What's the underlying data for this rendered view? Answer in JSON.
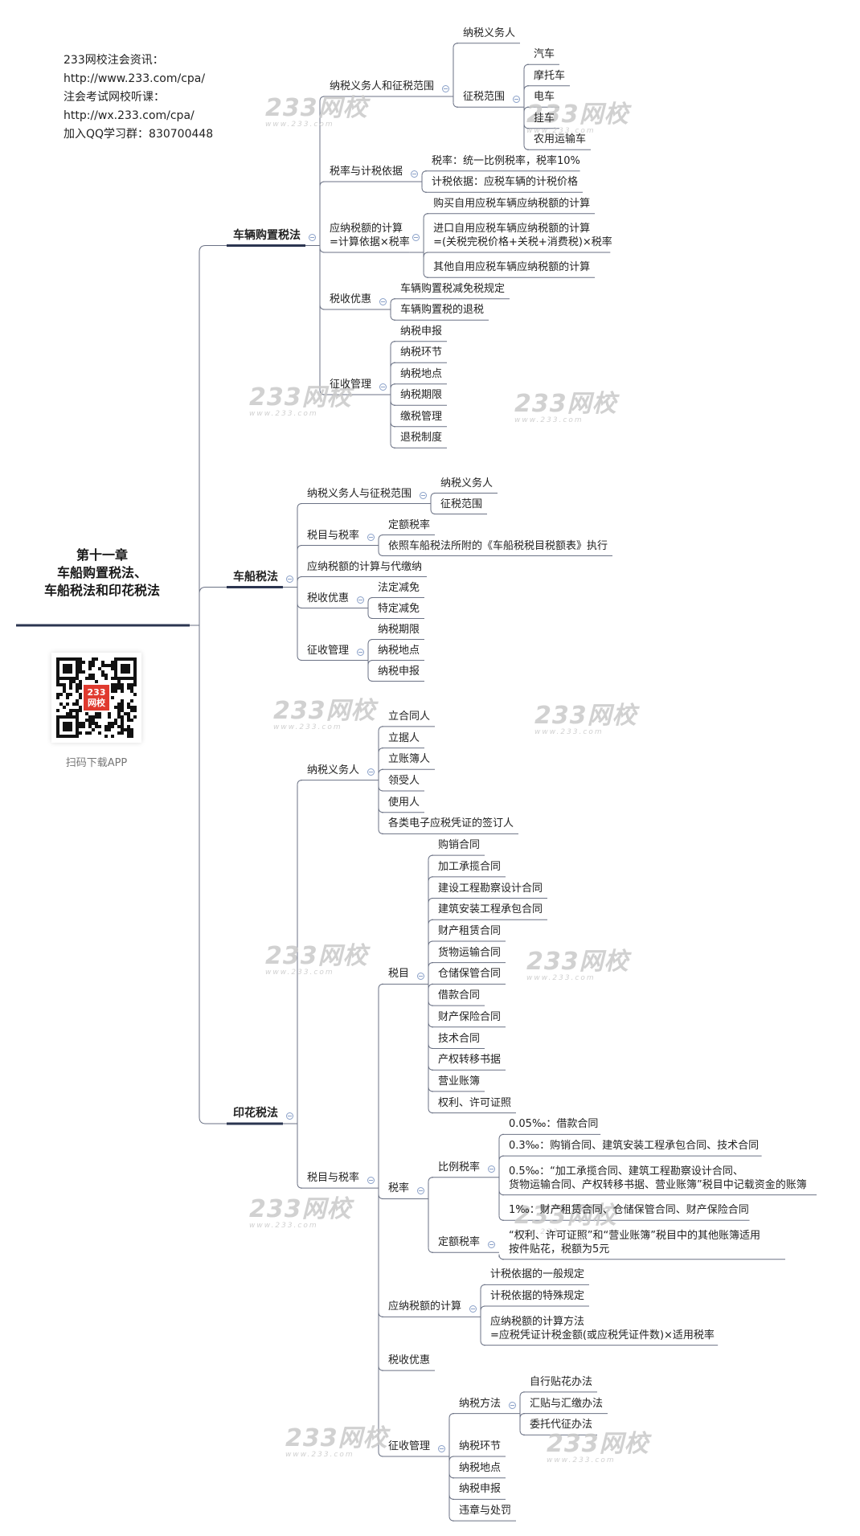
{
  "info": {
    "lines": [
      "233网校注会资讯：",
      "http://www.233.com/cpa/",
      "注会考试网校听课：",
      "http://wx.233.com/cpa/",
      "加入QQ学习群：830700448"
    ]
  },
  "root": {
    "lines": [
      "第十一章",
      "车船购置税法、",
      "车船税法和印花税法"
    ]
  },
  "qr": {
    "caption": "扫码下载APP",
    "logo_text": "233\n网校",
    "logo_color": "#e03a2f"
  },
  "watermark": {
    "brand": "233网校",
    "url": "www.233.com"
  },
  "colors": {
    "line": "#6b7285",
    "thick_line": "#2b3550",
    "toggle": "#8aa0c8"
  },
  "tree": [
    {
      "label": "车辆购置税法",
      "children": [
        {
          "label": "纳税义务人和征税范围",
          "children": [
            {
              "label": "纳税义务人"
            },
            {
              "label": "征税范围",
              "children": [
                {
                  "label": "汽车"
                },
                {
                  "label": "摩托车"
                },
                {
                  "label": "电车"
                },
                {
                  "label": "挂车"
                },
                {
                  "label": "农用运输车"
                }
              ]
            }
          ]
        },
        {
          "label": "税率与计税依据",
          "children": [
            {
              "label": "税率：统一比例税率，税率10%"
            },
            {
              "label": "计税依据：应税车辆的计税价格"
            }
          ]
        },
        {
          "label": "应纳税额的计算\n=计算依据×税率",
          "children": [
            {
              "label": "购买自用应税车辆应纳税额的计算"
            },
            {
              "label": "进口自用应税车辆应纳税额的计算\n=(关税完税价格+关税+消费税)×税率"
            },
            {
              "label": "其他自用应税车辆应纳税额的计算"
            }
          ]
        },
        {
          "label": "税收优惠",
          "children": [
            {
              "label": "车辆购置税减免税规定"
            },
            {
              "label": "车辆购置税的退税"
            }
          ]
        },
        {
          "label": "征收管理",
          "children": [
            {
              "label": "纳税申报"
            },
            {
              "label": "纳税环节"
            },
            {
              "label": "纳税地点"
            },
            {
              "label": "纳税期限"
            },
            {
              "label": "缴税管理"
            },
            {
              "label": "退税制度"
            }
          ]
        }
      ]
    },
    {
      "label": "车船税法",
      "children": [
        {
          "label": "纳税义务人与征税范围",
          "children": [
            {
              "label": "纳税义务人"
            },
            {
              "label": "征税范围"
            }
          ]
        },
        {
          "label": "税目与税率",
          "children": [
            {
              "label": "定额税率"
            },
            {
              "label": "依照车船税法所附的《车船税税目税额表》执行"
            }
          ]
        },
        {
          "label": "应纳税额的计算与代缴纳"
        },
        {
          "label": "税收优惠",
          "children": [
            {
              "label": "法定减免"
            },
            {
              "label": "特定减免"
            }
          ]
        },
        {
          "label": "征收管理",
          "children": [
            {
              "label": "纳税期限"
            },
            {
              "label": "纳税地点"
            },
            {
              "label": "纳税申报"
            }
          ]
        }
      ]
    },
    {
      "label": "印花税法",
      "children": [
        {
          "label": "纳税义务人",
          "children": [
            {
              "label": "立合同人"
            },
            {
              "label": "立据人"
            },
            {
              "label": "立账簿人"
            },
            {
              "label": "领受人"
            },
            {
              "label": "使用人"
            },
            {
              "label": "各类电子应税凭证的签订人"
            }
          ]
        },
        {
          "label": "税目与税率",
          "children": [
            {
              "label": "税目",
              "children": [
                {
                  "label": "购销合同"
                },
                {
                  "label": "加工承揽合同"
                },
                {
                  "label": "建设工程勘察设计合同"
                },
                {
                  "label": "建筑安装工程承包合同"
                },
                {
                  "label": "财产租赁合同"
                },
                {
                  "label": "货物运输合同"
                },
                {
                  "label": "仓储保管合同"
                },
                {
                  "label": "借款合同"
                },
                {
                  "label": "财产保险合同"
                },
                {
                  "label": "技术合同"
                },
                {
                  "label": "产权转移书据"
                },
                {
                  "label": "营业账簿"
                },
                {
                  "label": "权利、许可证照"
                }
              ]
            },
            {
              "label": "税率",
              "children": [
                {
                  "label": "比例税率",
                  "children": [
                    {
                      "label": "0.05‰：借款合同"
                    },
                    {
                      "label": "0.3‰：购销合同、建筑安装工程承包合同、技术合同"
                    },
                    {
                      "label": "0.5‰：“加工承揽合同、建筑工程勘察设计合同、\n货物运输合同、产权转移书据、营业账簿”税目中记载资金的账簿"
                    },
                    {
                      "label": "1‰：财产租赁合同、仓储保管合同、财产保险合同"
                    }
                  ]
                },
                {
                  "label": "定额税率",
                  "children": [
                    {
                      "label": "“权利、许可证照”和“营业账簿”税目中的其他账簿适用\n按件贴花，税额为5元"
                    }
                  ]
                }
              ]
            },
            {
              "label": "应纳税额的计算",
              "children": [
                {
                  "label": "计税依据的一般规定"
                },
                {
                  "label": "计税依据的特殊规定"
                },
                {
                  "label": "应纳税额的计算方法\n=应税凭证计税金额(或应税凭证件数)×适用税率"
                }
              ]
            },
            {
              "label": "税收优惠"
            },
            {
              "label": "征收管理",
              "children": [
                {
                  "label": "纳税方法",
                  "children": [
                    {
                      "label": "自行贴花办法"
                    },
                    {
                      "label": "汇贴与汇缴办法"
                    },
                    {
                      "label": "委托代征办法"
                    }
                  ]
                },
                {
                  "label": "纳税环节"
                },
                {
                  "label": "纳税地点"
                },
                {
                  "label": "纳税申报"
                },
                {
                  "label": "违章与处罚"
                }
              ]
            }
          ]
        }
      ]
    }
  ]
}
